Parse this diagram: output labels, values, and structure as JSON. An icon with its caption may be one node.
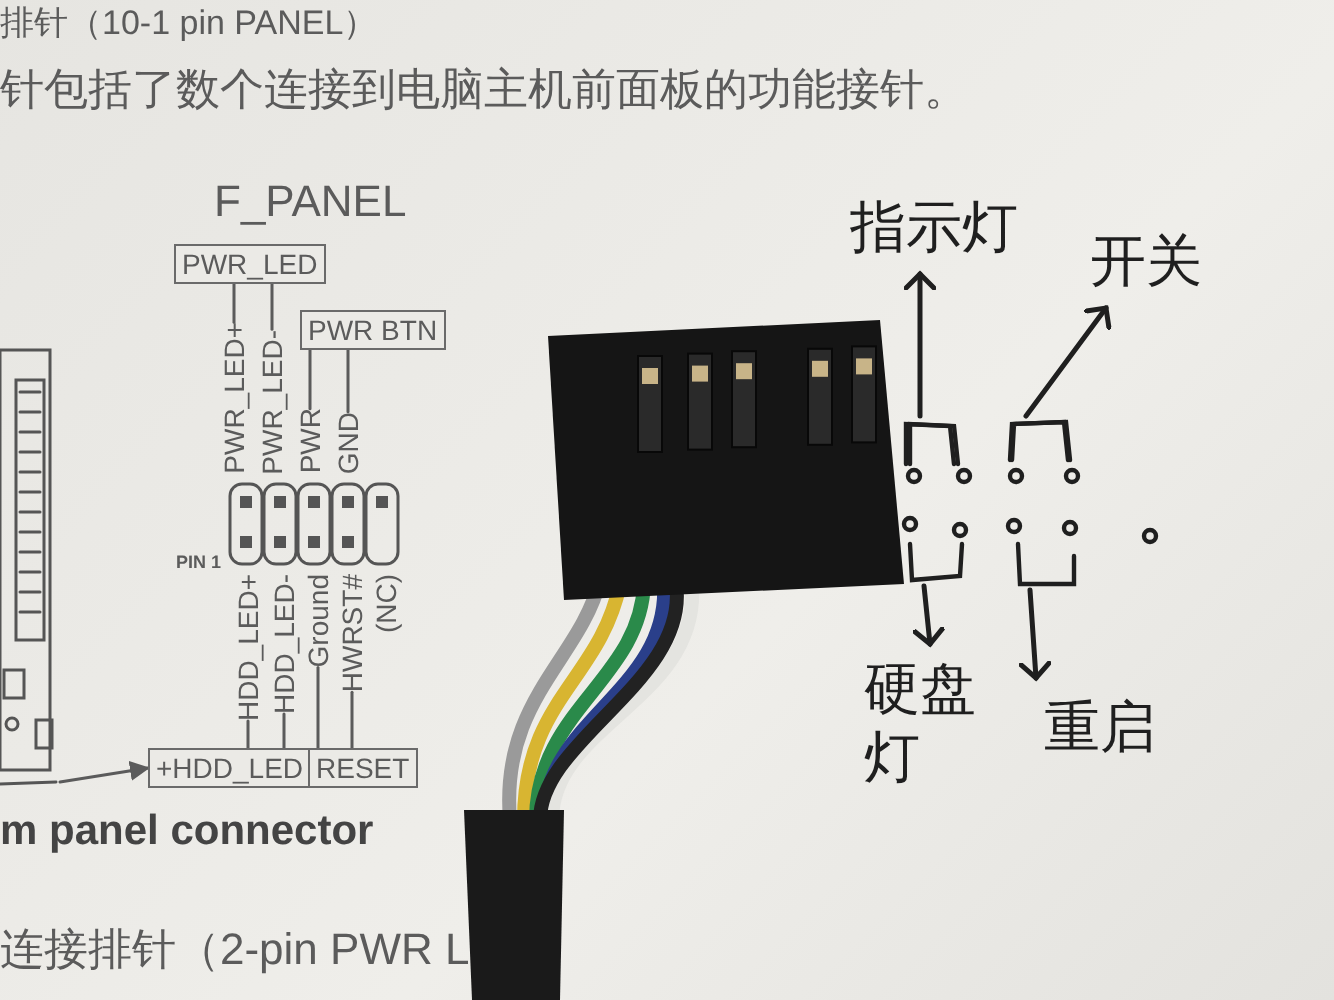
{
  "diagram": {
    "nodes": [
      {
        "text": [
          "PWR_LED"
        ]
      },
      {
        "text": [
          "PWR BTN"
        ]
      },
      {
        "text": [
          "PWR_LED+"
        ]
      },
      {
        "text": [
          "PWR_LED-"
        ]
      },
      {
        "text": [
          "PWR"
        ]
      },
      {
        "text": [
          "GND"
        ]
      },
      {
        "text": [
          "HDD_LED+"
        ]
      },
      {
        "text": [
          "HDD_LED-"
        ]
      },
      {
        "text": [
          "Ground"
        ]
      },
      {
        "text": [
          "HWRST#"
        ]
      },
      {
        "text": [
          "(NC)"
        ]
      },
      {
        "text": [
          "+HDD_LED"
        ]
      },
      {
        "text": [
          "RESET"
        ]
      },
      {
        "text": [
          "指示灯"
        ]
      },
      {
        "text": [
          "开关"
        ]
      },
      {
        "text": [
          "硬盘灯"
        ]
      },
      {
        "text": [
          "重启"
        ]
      },
      {
        "text": [],
        "shape": "picture"
      },
      {
        "text": [],
        "shape": "bracket"
      },
      {
        "text": [],
        "shape": "bracket"
      },
      {
        "text": [],
        "shape": "bracket"
      },
      {
        "text": [],
        "shape": "bracket"
      }
    ],
    "edges": [
      {
        "from": 0,
        "to": 2,
        "arrow": "none"
      },
      {
        "from": 0,
        "to": 3,
        "arrow": "none"
      },
      {
        "from": 1,
        "to": 4,
        "arrow": "none"
      },
      {
        "from": 1,
        "to": 5,
        "arrow": "none"
      },
      {
        "from": 6,
        "to": 11,
        "arrow": "none"
      },
      {
        "from": 7,
        "to": 11,
        "arrow": "none"
      },
      {
        "from": 8,
        "to": 12,
        "arrow": "none"
      },
      {
        "from": 9,
        "to": 12,
        "arrow": "none"
      },
      {
        "from": 17,
        "to": 11,
        "arrow": "to"
      },
      {
        "from": 18,
        "to": 13,
        "arrow": "to"
      },
      {
        "from": 19,
        "to": 14,
        "arrow": "to"
      },
      {
        "from": 20,
        "to": 15,
        "arrow": "to"
      },
      {
        "from": 21,
        "to": 16,
        "arrow": "to"
      }
    ],
    "labels": [
      "排针（10-1 pin PANEL）",
      "针包括了数个连接到电脑主机前面板的功能接针。",
      "F_PANEL",
      "PIN 1",
      "m panel connector",
      "连接排针（2-pin PWR L"
    ]
  }
}
